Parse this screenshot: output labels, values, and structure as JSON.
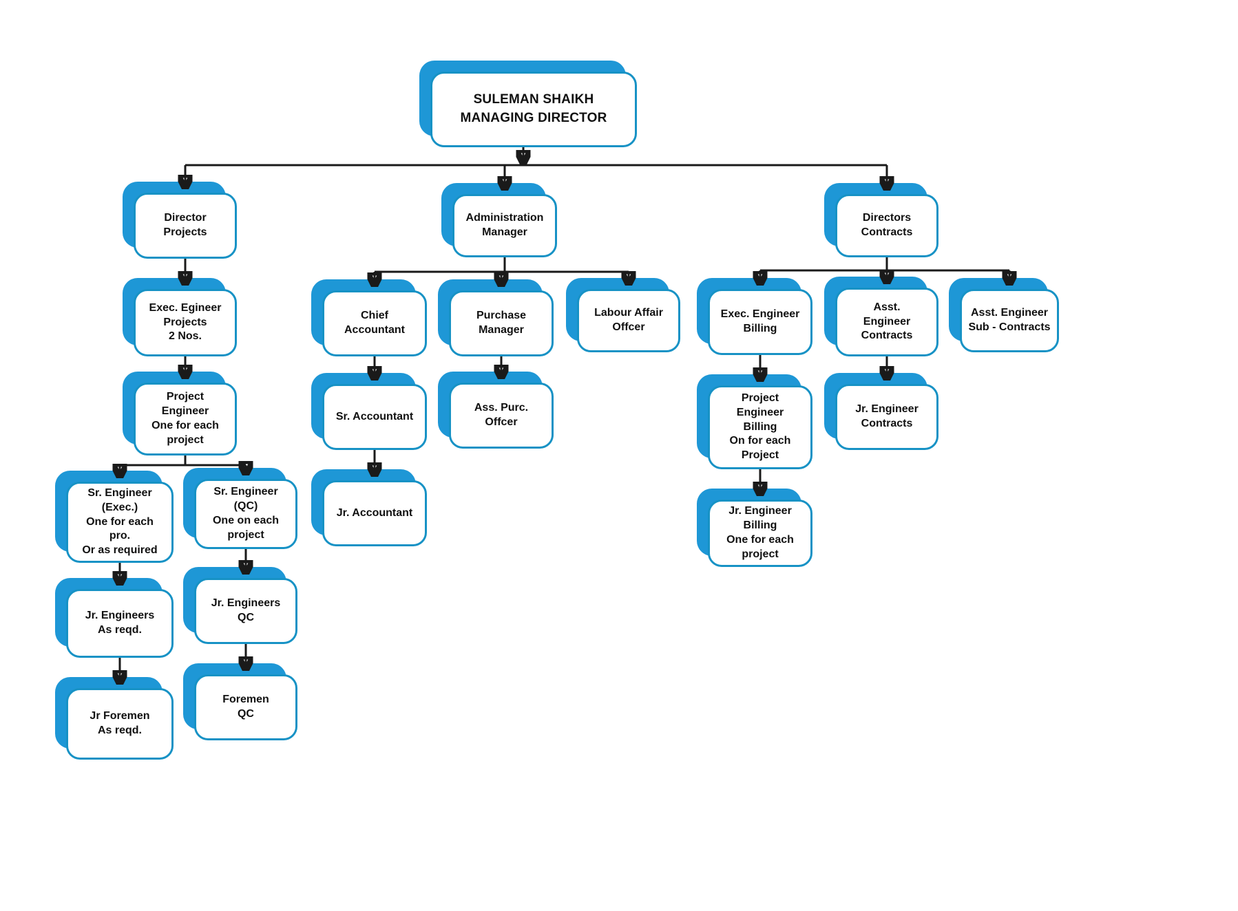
{
  "colors": {
    "box_fill": "#1e97d6",
    "box_border": "#1792c5",
    "box_face": "#ffffff",
    "line": "#1a1a1a",
    "text": "#111111"
  },
  "nodes": {
    "md": {
      "label": "SULEMAN SHAIKH\nMANAGING DIRECTOR"
    },
    "director_projects": {
      "label": "Director\nProjects"
    },
    "admin_manager": {
      "label": "Administration\nManager"
    },
    "directors_contracts": {
      "label": "Directors\nContracts"
    },
    "exec_engineer_projects": {
      "label": "Exec. Egineer\nProjects\n2 Nos."
    },
    "project_engineer": {
      "label": "Project\nEngineer\nOne for each\nproject"
    },
    "sr_engineer_exec": {
      "label": "Sr. Engineer\n(Exec.)\nOne for each\npro.\nOr as required"
    },
    "sr_engineer_qc": {
      "label": "Sr. Engineer\n(QC)\nOne on each\nproject"
    },
    "jr_engineers": {
      "label": "Jr. Engineers\nAs reqd."
    },
    "jr_engineers_qc": {
      "label": "Jr. Engineers\nQC"
    },
    "jr_foremen": {
      "label": "Jr Foremen\nAs reqd."
    },
    "foremen_qc": {
      "label": "Foremen\nQC"
    },
    "chief_accountant": {
      "label": "Chief\nAccountant"
    },
    "purchase_manager": {
      "label": "Purchase\nManager"
    },
    "labour_affair": {
      "label": "Labour Affair\nOffcer"
    },
    "sr_accountant": {
      "label": "Sr. Accountant"
    },
    "ass_purc": {
      "label": "Ass. Purc.\nOffcer"
    },
    "jr_accountant": {
      "label": "Jr. Accountant"
    },
    "exec_engineer_billing": {
      "label": "Exec. Engineer\nBilling"
    },
    "asst_engineer_contracts": {
      "label": "Asst.\nEngineer\nContracts"
    },
    "asst_engineer_sub": {
      "label": "Asst. Engineer\nSub - Contracts"
    },
    "project_engineer_billing": {
      "label": "Project\nEngineer\nBilling\nOn for each\nProject"
    },
    "jr_engineer_contracts": {
      "label": "Jr. Engineer\nContracts"
    },
    "jr_engineer_billing": {
      "label": "Jr. Engineer\nBilling\nOne for each\nproject"
    }
  }
}
